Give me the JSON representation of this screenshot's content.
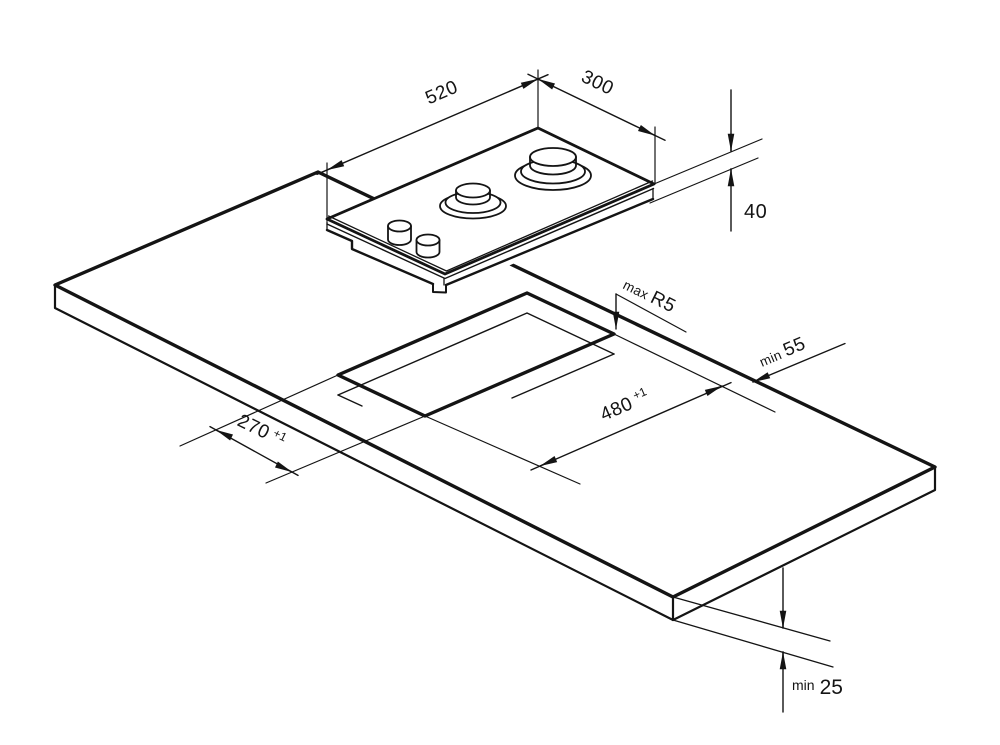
{
  "colors": {
    "background": "#ffffff",
    "line": "#141414"
  },
  "dimensions": {
    "hob_width": "520",
    "hob_depth": "300",
    "hob_height": "40",
    "corner_radius_prefix": "max",
    "corner_radius": "R5",
    "edge_clearance_prefix": "min",
    "edge_clearance": "55",
    "cutout_length": "480",
    "cutout_length_tol": "+1",
    "cutout_width": "270",
    "cutout_width_tol": "+1",
    "bottom_clearance_prefix": "min",
    "bottom_clearance": "25"
  }
}
